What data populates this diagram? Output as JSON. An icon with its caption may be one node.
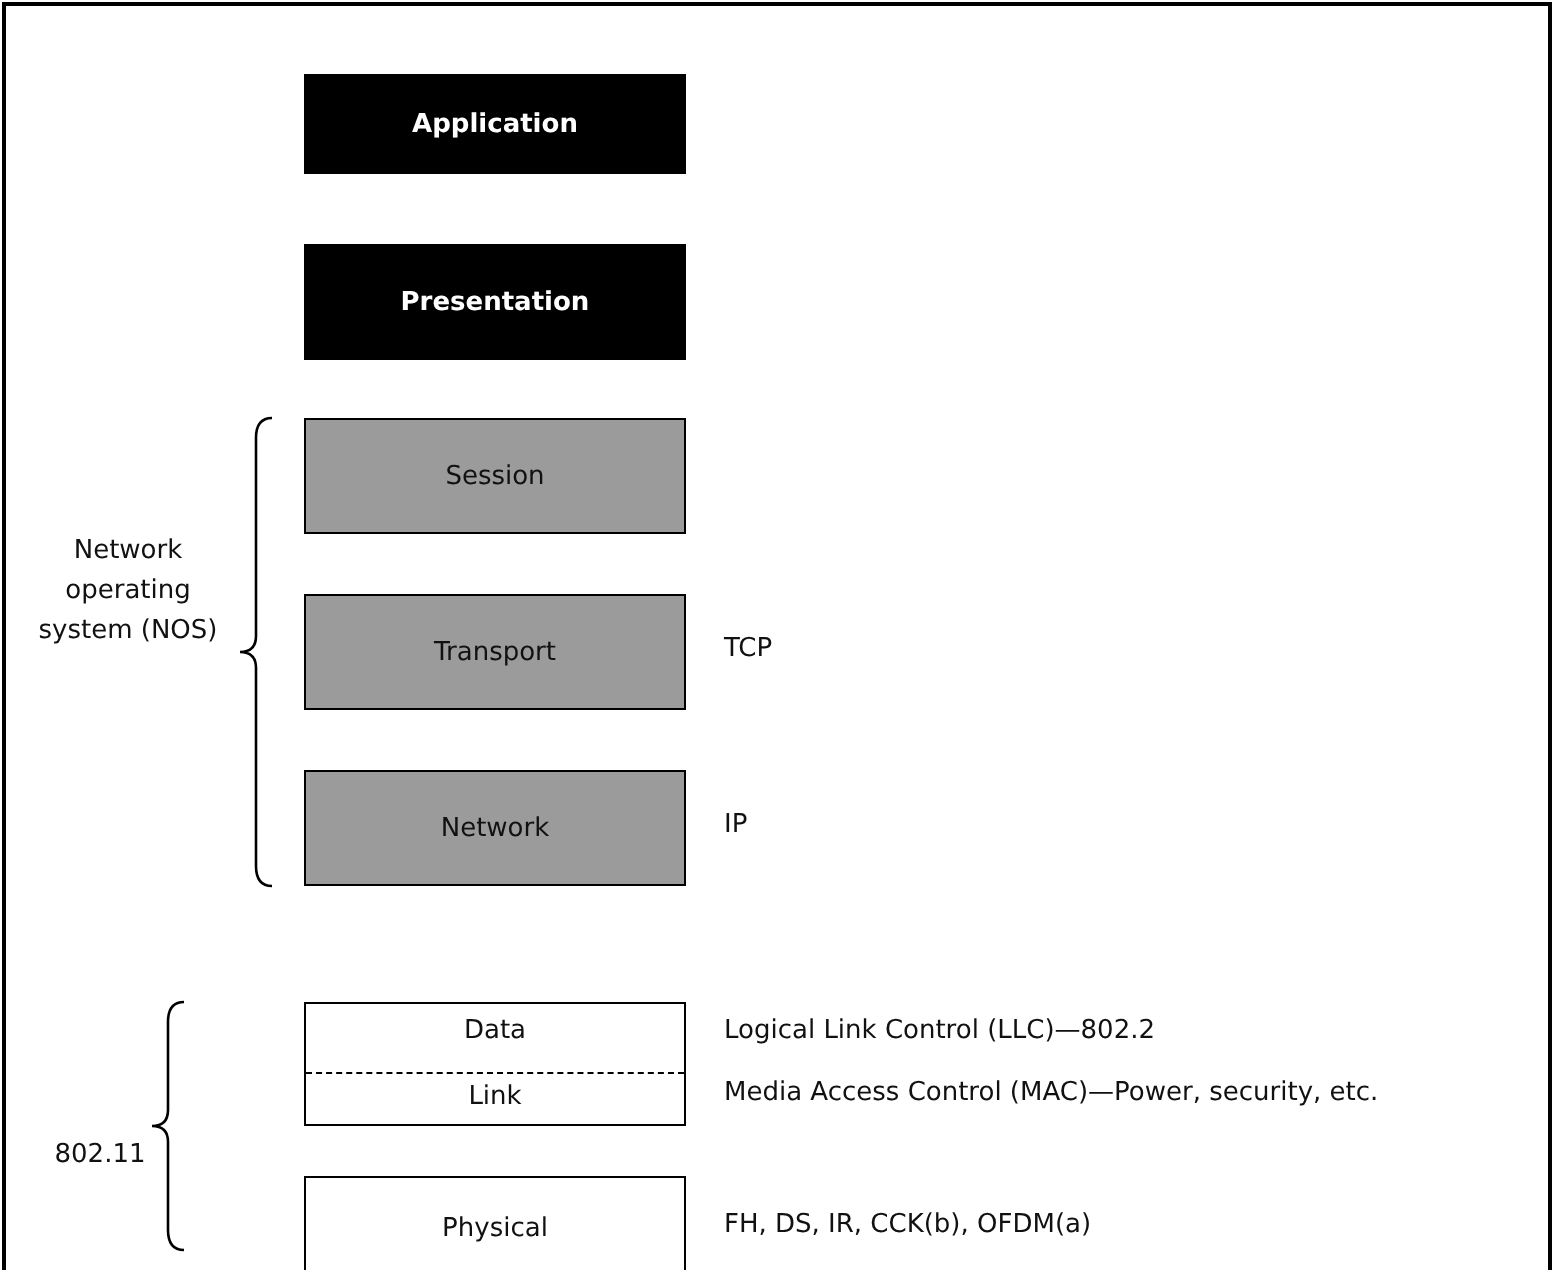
{
  "diagram": {
    "nodes": [
      {
        "text": [
          "Application"
        ]
      },
      {
        "text": [
          "Presentation"
        ]
      },
      {
        "text": [
          "Session"
        ]
      },
      {
        "text": [
          "Transport"
        ],
        "beside": [
          "TCP"
        ]
      },
      {
        "text": [
          "Network"
        ],
        "beside": [
          "IP"
        ]
      },
      {
        "text": [
          "Data",
          "Link"
        ],
        "beside": [
          "Logical Link Control (LLC)—802.2",
          "Media Access Control (MAC)—Power, security, etc."
        ]
      },
      {
        "text": [
          "Physical"
        ],
        "beside": [
          "FH, DS, IR, CCK(b), OFDM(a)"
        ]
      }
    ],
    "edges": [],
    "labels": [
      "Network operating system (NOS)",
      "802.11"
    ]
  }
}
